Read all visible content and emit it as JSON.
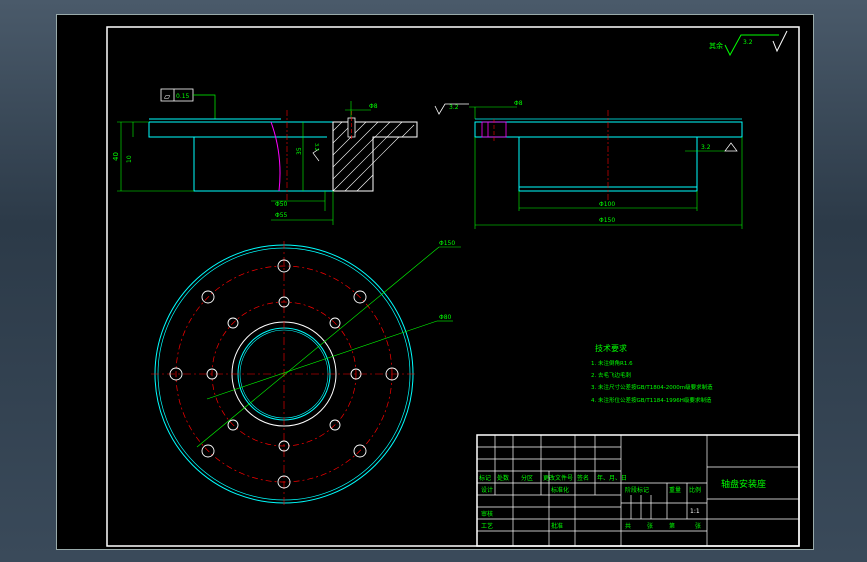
{
  "roughness": {
    "prefix": "其余",
    "value": "3.2"
  },
  "flatness": {
    "symbol": "▱",
    "value": "0.15"
  },
  "section_view": {
    "dim_overall_height": "40",
    "dim_flange_height": "10",
    "dim_hole": "Φ8",
    "dim_depth": "35",
    "roughness_inner": "3.2",
    "dim_bore": "Φ50",
    "dim_bore_step": "Φ55"
  },
  "side_view": {
    "roughness_top": "3.2",
    "dim_hole": "Φ8",
    "roughness_side": "3.2",
    "dim_inner": "Φ100",
    "dim_outer": "Φ150"
  },
  "plan_view": {
    "dim_outer": "Φ150",
    "dim_pcd": "Φ80"
  },
  "tech_requirements": {
    "title": "技术要求",
    "items": [
      "1. 未注倒角R1.6",
      "2. 去毛飞边毛刺",
      "3. 未注尺寸公差按GB/T1804-2000m级要求制造",
      "4. 未注形位公差按GB/T1184-1996H级要求制造"
    ]
  },
  "title_block": {
    "part_name": "轴盘安装座",
    "scale_value": "1:1",
    "header_row": [
      "标记",
      "处数",
      "分区",
      "更改文件号",
      "签名",
      "年、月、日"
    ],
    "labels": {
      "design": "设计",
      "standardization": "标准化",
      "review": "审核",
      "process": "工艺",
      "approve": "批准",
      "stage_mark": "阶段标记",
      "weight": "重量",
      "scale": "比例",
      "sheets": [
        "共",
        "张",
        "第",
        "张"
      ]
    }
  }
}
